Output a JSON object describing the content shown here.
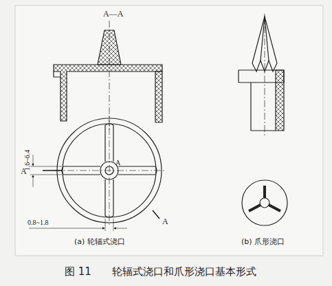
{
  "diagram": {
    "caption": "图 11　　轮辐式浇口和爪形浇口基本形式",
    "labels": [
      "A—A",
      "1.6~6.4",
      "A",
      "A",
      "A",
      "0.8~1.8",
      "(a) 轮辐式浇口",
      "(b) 爪形浇口"
    ]
  }
}
